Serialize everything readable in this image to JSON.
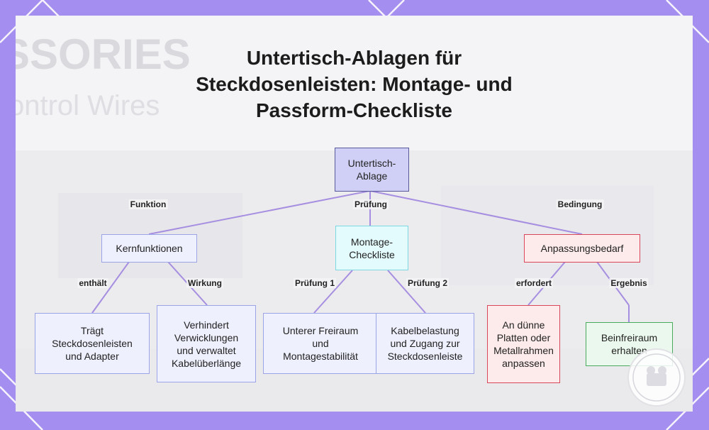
{
  "title_lines": [
    "Untertisch-Ablagen für",
    "Steckdosenleisten: Montage- und",
    "Passform-Checkliste"
  ],
  "background_text": [
    "SSORIES",
    "ontrol Wires"
  ],
  "nodes": {
    "root": [
      "Untertisch-",
      "Ablage"
    ],
    "kernfunktionen": [
      "Kernfunktionen"
    ],
    "montage": [
      "Montage-",
      "Checkliste"
    ],
    "anpassung": [
      "Anpassungsbedarf"
    ],
    "traegt": [
      "Trägt",
      "Steckdosenleisten",
      "und Adapter"
    ],
    "verhindert": [
      "Verhindert",
      "Verwicklungen",
      "und verwaltet",
      "Kabelüberlänge"
    ],
    "freiraum": [
      "Unterer Freiraum",
      "und",
      "Montagestabilität"
    ],
    "kabel": [
      "Kabelbelastung",
      "und Zugang zur",
      "Steckdosenleiste"
    ],
    "platten": [
      "An dünne",
      "Platten oder",
      "Metallrahmen",
      "anpassen"
    ],
    "bein": [
      "Beinfreiraum",
      "erhalten"
    ]
  },
  "edge_labels": {
    "funktion": "Funktion",
    "pruefung": "Prüfung",
    "bedingung": "Bedingung",
    "enthaelt": "enthält",
    "wirkung": "Wirkung",
    "pruefung1": "Prüfung 1",
    "pruefung2": "Prüfung 2",
    "erfordert": "erfordert",
    "ergebnis": "Ergebnis"
  },
  "colors": {
    "frame": "#a48ef0",
    "panel": "#f4f4f6",
    "edge": "#a68ee0",
    "root_fill": "#d0d0f6",
    "blue_border": "#9aa4e6",
    "cyan_border": "#7ed8e2",
    "red_border": "#d8485a",
    "green_border": "#4aab5c"
  }
}
